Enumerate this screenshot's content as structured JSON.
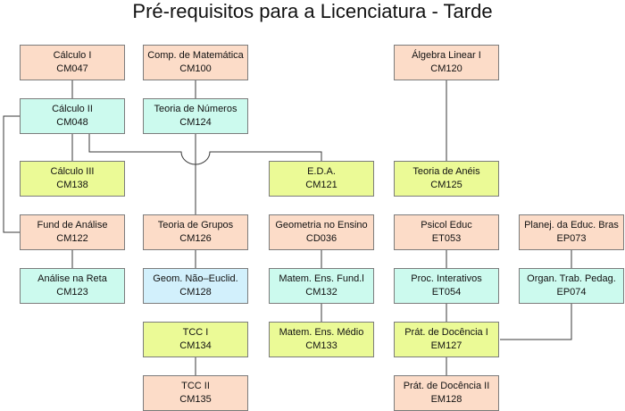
{
  "title": "Pré-requisitos para a Licenciatura - Tarde",
  "colors": {
    "peach": "#fcdcc8",
    "mint": "#ccfaee",
    "lime": "#ebfa96",
    "sky": "#d2f0fc",
    "border": "#7c7c7c",
    "line": "#3a3a3a"
  },
  "courses": {
    "calc1": {
      "name": "Cálculo I",
      "code": "CM047"
    },
    "compmat": {
      "name": "Comp. de Matemática",
      "code": "CM100"
    },
    "alglin": {
      "name": "Álgebra Linear I",
      "code": "CM120"
    },
    "calc2": {
      "name": "Cálculo II",
      "code": "CM048"
    },
    "tnum": {
      "name": "Teoria de Números",
      "code": "CM124"
    },
    "calc3": {
      "name": "Cálculo III",
      "code": "CM138"
    },
    "eda": {
      "name": "E.D.A.",
      "code": "CM121"
    },
    "aneis": {
      "name": "Teoria de Anéis",
      "code": "CM125"
    },
    "fund": {
      "name": "Fund de Análise",
      "code": "CM122"
    },
    "grupos": {
      "name": "Teoria de Grupos",
      "code": "CM126"
    },
    "geoens": {
      "name": "Geometria no Ensino",
      "code": "CD036"
    },
    "psicol": {
      "name": "Psicol Educ",
      "code": "ET053"
    },
    "planej": {
      "name": "Planej. da Educ. Bras",
      "code": "EP073"
    },
    "anreta": {
      "name": "Análise na Reta",
      "code": "CM123"
    },
    "geonao": {
      "name": "Geom. Não–Euclid.",
      "code": "CM128"
    },
    "matfund": {
      "name": "Matem. Ens. Fund.l",
      "code": "CM132"
    },
    "procint": {
      "name": "Proc. Interativos",
      "code": "ET054"
    },
    "organ": {
      "name": "Organ. Trab. Pedag.",
      "code": "EP074"
    },
    "tcc1": {
      "name": "TCC I",
      "code": "CM134"
    },
    "matmed": {
      "name": "Matem. Ens. Médio",
      "code": "CM133"
    },
    "prat1": {
      "name": "Prát. de Docência I",
      "code": "EM127"
    },
    "tcc2": {
      "name": "TCC II",
      "code": "CM135"
    },
    "prat2": {
      "name": "Prát. de Docência II",
      "code": "EM128"
    }
  }
}
